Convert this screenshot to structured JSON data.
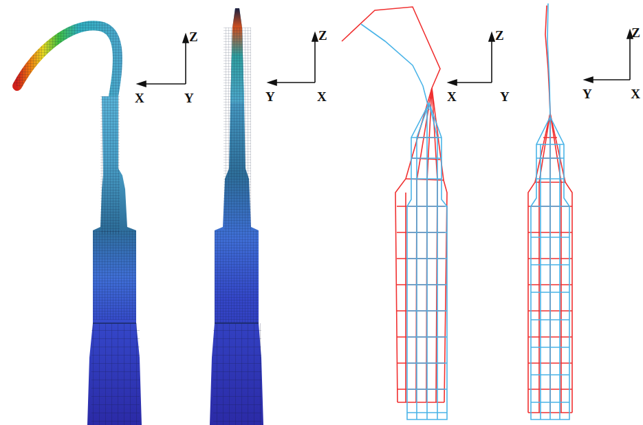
{
  "diagram": {
    "labels": [
      "Z",
      "X",
      "Y",
      "Z",
      "Y",
      "X",
      "Z",
      "X",
      "Y",
      "Z",
      "Y",
      "X"
    ]
  }
}
